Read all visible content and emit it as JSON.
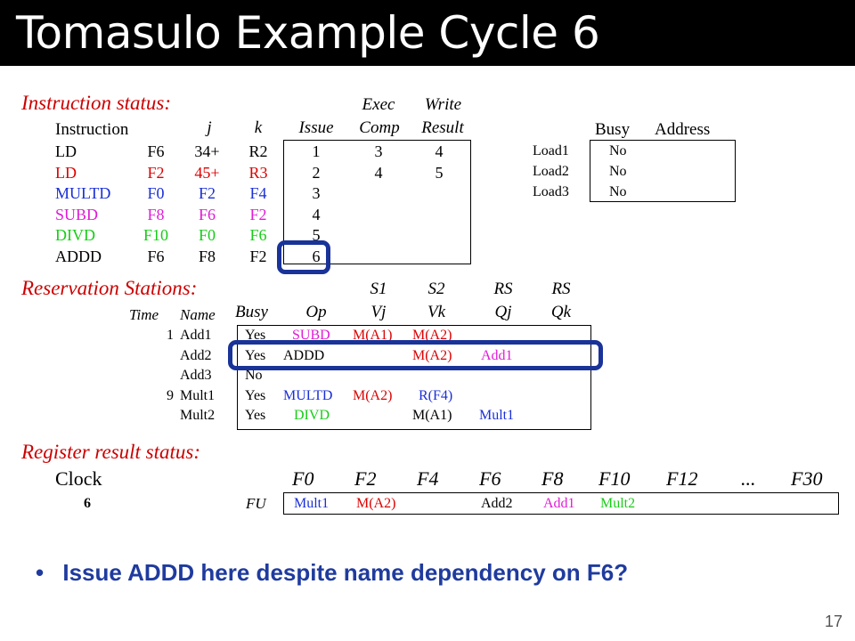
{
  "title": "Tomasulo Example Cycle 6",
  "instruction_status": {
    "section_title": "Instruction status:",
    "headers": {
      "instruction": "Instruction",
      "j": "j",
      "k": "k",
      "issue": "Issue",
      "exec_top": "Exec",
      "exec": "Comp",
      "write_top": "Write",
      "write": "Result"
    },
    "rows": [
      {
        "op": "LD",
        "j": "F6",
        "k": "34+",
        "reg": "R2",
        "issue": "1",
        "exec": "3",
        "write": "4",
        "color": "black"
      },
      {
        "op": "LD",
        "j": "F2",
        "k": "45+",
        "reg": "R3",
        "issue": "2",
        "exec": "4",
        "write": "5",
        "color": "red"
      },
      {
        "op": "MULTD",
        "j": "F0",
        "k": "F2",
        "reg": "F4",
        "issue": "3",
        "exec": "",
        "write": "",
        "color": "blue"
      },
      {
        "op": "SUBD",
        "j": "F8",
        "k": "F6",
        "reg": "F2",
        "issue": "4",
        "exec": "",
        "write": "",
        "color": "magenta"
      },
      {
        "op": "DIVD",
        "j": "F10",
        "k": "F0",
        "reg": "F6",
        "issue": "5",
        "exec": "",
        "write": "",
        "color": "green"
      },
      {
        "op": "ADDD",
        "j": "F6",
        "k": "F8",
        "reg": "F2",
        "issue": "6",
        "exec": "",
        "write": "",
        "color": "black"
      }
    ]
  },
  "load_buffers": {
    "headers": {
      "busy": "Busy",
      "address": "Address"
    },
    "rows": [
      {
        "name": "Load1",
        "busy": "No",
        "address": ""
      },
      {
        "name": "Load2",
        "busy": "No",
        "address": ""
      },
      {
        "name": "Load3",
        "busy": "No",
        "address": ""
      }
    ]
  },
  "reservation_stations": {
    "section_title": "Reservation Stations:",
    "top_headers": {
      "s1": "S1",
      "s2": "S2",
      "rs1": "RS",
      "rs2": "RS"
    },
    "headers": {
      "time": "Time",
      "name": "Name",
      "busy": "Busy",
      "op": "Op",
      "vj": "Vj",
      "vk": "Vk",
      "qj": "Qj",
      "qk": "Qk"
    },
    "rows": [
      {
        "time": "1",
        "name": "Add1",
        "busy": "Yes",
        "op": "SUBD",
        "vj": "M(A1)",
        "vk": "M(A2)",
        "qj": "",
        "qk": "",
        "op_color": "magenta"
      },
      {
        "time": "",
        "name": "Add2",
        "busy": "Yes",
        "op": "ADDD",
        "vj": "",
        "vk": "M(A2)",
        "qj": "Add1",
        "qk": "",
        "op_color": "black"
      },
      {
        "time": "",
        "name": "Add3",
        "busy": "No",
        "op": "",
        "vj": "",
        "vk": "",
        "qj": "",
        "qk": "",
        "op_color": "black"
      },
      {
        "time": "9",
        "name": "Mult1",
        "busy": "Yes",
        "op": "MULTD",
        "vj": "M(A2)",
        "vk": "R(F4)",
        "qj": "",
        "qk": "",
        "op_color": "blue"
      },
      {
        "time": "",
        "name": "Mult2",
        "busy": "Yes",
        "op": "DIVD",
        "vj": "",
        "vk": "M(A1)",
        "qj": "Mult1",
        "qk": "",
        "op_color": "green"
      }
    ]
  },
  "register_status": {
    "section_title": "Register result status:",
    "clock_label": "Clock",
    "clock_value": "6",
    "fu_label": "FU",
    "registers": [
      "F0",
      "F2",
      "F4",
      "F6",
      "F8",
      "F10",
      "F12",
      "...",
      "F30"
    ],
    "values": [
      "Mult1",
      "M(A2)",
      "",
      "Add2",
      "Add1",
      "Mult2",
      "",
      "",
      ""
    ]
  },
  "bullet": "Issue ADDD here despite name dependency on F6?",
  "page_number": "17",
  "colors": {
    "black": "#000000",
    "red": "#dd0000",
    "blue": "#1a2fd6",
    "magenta": "#e01bd6",
    "green": "#18cc18",
    "section": "#cc0000",
    "highlight": "#1a3399",
    "bullet": "#1f3b9e"
  }
}
